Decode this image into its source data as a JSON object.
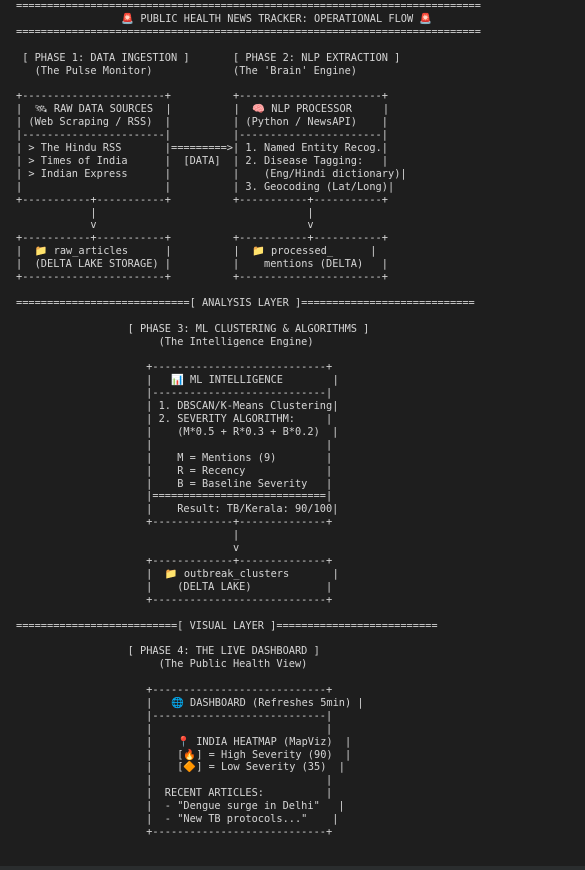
{
  "header": {
    "rule": "===========================================================================",
    "title": "🚨 PUBLIC HEALTH NEWS TRACKER: OPERATIONAL FLOW 🚨"
  },
  "phase1": {
    "title": "[ PHASE 1: DATA INGESTION ]",
    "subtitle": "(The Pulse Monitor)",
    "box_title": "🛰 RAW DATA SOURCES",
    "box_subtitle": "(Web Scraping / RSS)",
    "sources": [
      "> The Hindu RSS",
      "> Times of India",
      "> Indian Express"
    ],
    "store_line1": "📁 raw_articles",
    "store_line2": "(DELTA LAKE STORAGE)"
  },
  "flow_label": "[DATA]",
  "phase2": {
    "title": "[ PHASE 2: NLP EXTRACTION ]",
    "subtitle": "(The 'Brain' Engine)",
    "box_title": "🧠 NLP PROCESSOR",
    "box_subtitle": "(Python / NewsAPI)",
    "steps": [
      "1. Named Entity Recog.",
      "2. Disease Tagging:",
      "   (Eng/Hindi dictionary)",
      "3. Geocoding (Lat/Long)"
    ],
    "store_line1": "📁 processed_",
    "store_line2": "mentions (DELTA)"
  },
  "analysis_rule": "============================[ ANALYSIS LAYER ]============================",
  "phase3": {
    "title": "[ PHASE 3: ML CLUSTERING & ALGORITHMS ]",
    "subtitle": "(The Intelligence Engine)",
    "box_title": "📊 ML INTELLIGENCE",
    "items": [
      "1. DBSCAN/K-Means Clustering",
      "2. SEVERITY ALGORITHM:",
      "   (M*0.5 + R*0.3 + B*0.2)"
    ],
    "legend": [
      "M = Mentions (9)",
      "R = Recency",
      "B = Baseline Severity"
    ],
    "result": "Result: TB/Kerala: 90/100",
    "store_line1": "📁 outbreak_clusters",
    "store_line2": "(DELTA LAKE)"
  },
  "visual_rule": "==========================[ VISUAL LAYER ]==========================",
  "phase4": {
    "title": "[ PHASE 4: THE LIVE DASHBOARD ]",
    "subtitle": "(The Public Health View)",
    "box_title": "🌐 DASHBOARD (Refreshes 5min)",
    "map_title": "📍 INDIA HEATMAP (MapViz)",
    "high": "[🔥] = High Severity (90)",
    "low": "[🔶] = Low Severity (35)",
    "recent_heading": "RECENT ARTICLES:",
    "articles": [
      "- \"Dengue surge in Delhi\"",
      "- \"New TB protocols...\""
    ]
  }
}
